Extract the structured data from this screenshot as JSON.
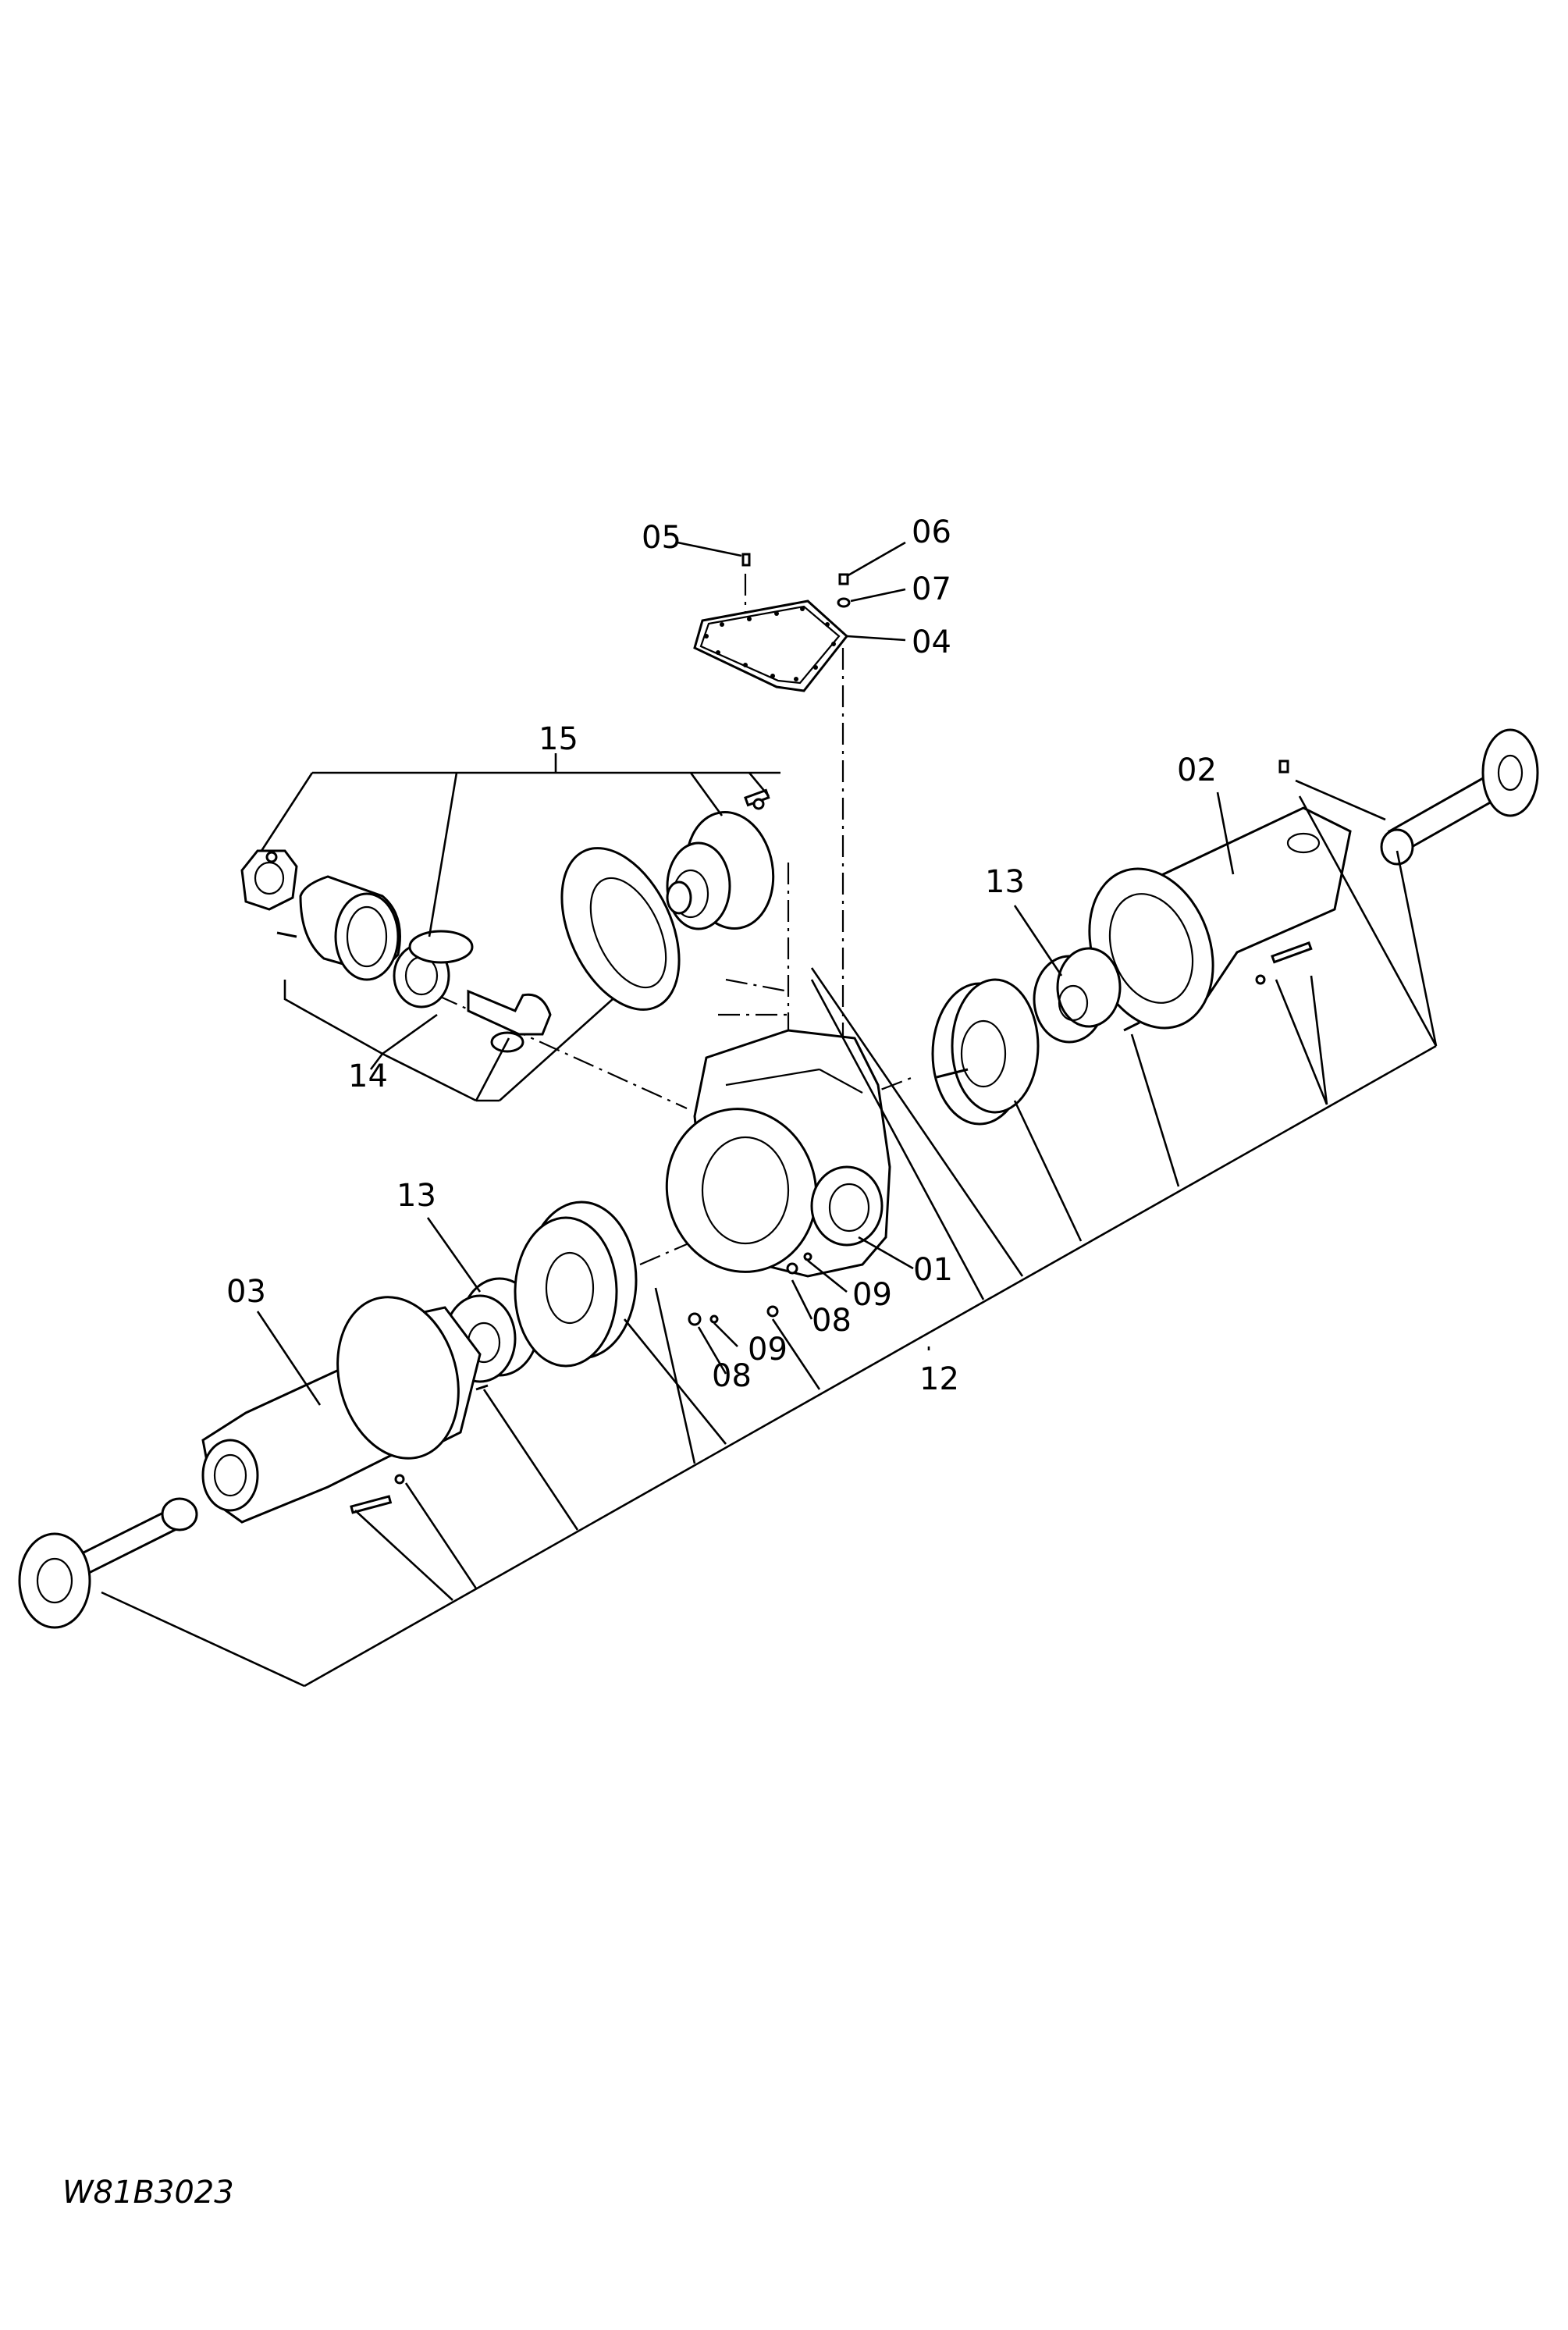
{
  "drawing_code": "W81B3023",
  "callouts": [
    {
      "key": "c05",
      "label": "05"
    },
    {
      "key": "c06",
      "label": "06"
    },
    {
      "key": "c07",
      "label": "07"
    },
    {
      "key": "c04",
      "label": "04"
    },
    {
      "key": "c15",
      "label": "15"
    },
    {
      "key": "c02",
      "label": "02"
    },
    {
      "key": "c13a",
      "label": "13"
    },
    {
      "key": "c14",
      "label": "14"
    },
    {
      "key": "c13b",
      "label": "13"
    },
    {
      "key": "c03",
      "label": "03"
    },
    {
      "key": "c01",
      "label": "01"
    },
    {
      "key": "c09a",
      "label": "09"
    },
    {
      "key": "c08a",
      "label": "08"
    },
    {
      "key": "c09b",
      "label": "09"
    },
    {
      "key": "c08b",
      "label": "08"
    },
    {
      "key": "c12",
      "label": "12"
    }
  ]
}
